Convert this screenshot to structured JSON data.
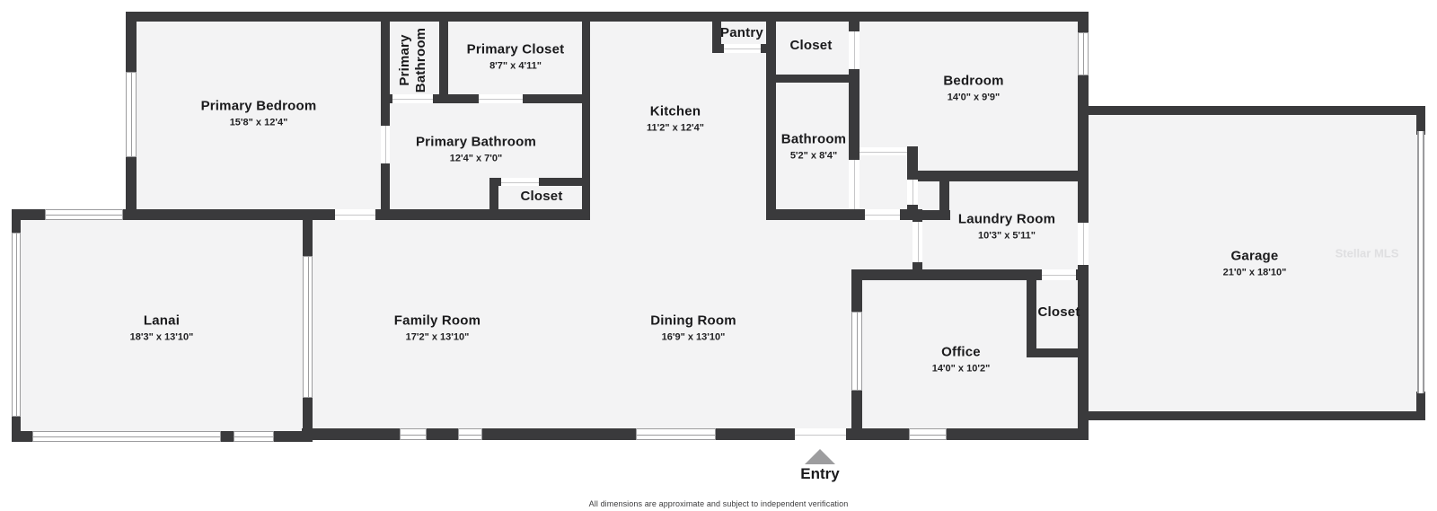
{
  "rooms": [
    {
      "id": "primary-bedroom",
      "name": "Primary Bedroom",
      "dims": "15'8\" x 12'4\""
    },
    {
      "id": "primary-bathroom-vestibule",
      "name": "Primary Bathroom",
      "dims": ""
    },
    {
      "id": "primary-closet",
      "name": "Primary Closet",
      "dims": "8'7\" x 4'11\""
    },
    {
      "id": "primary-bathroom",
      "name": "Primary Bathroom",
      "dims": "12'4\" x 7'0\""
    },
    {
      "id": "closet-primary-bathroom",
      "name": "Closet",
      "dims": ""
    },
    {
      "id": "kitchen",
      "name": "Kitchen",
      "dims": "11'2\" x 12'4\""
    },
    {
      "id": "pantry",
      "name": "Pantry",
      "dims": ""
    },
    {
      "id": "closet-hall",
      "name": "Closet",
      "dims": ""
    },
    {
      "id": "bathroom",
      "name": "Bathroom",
      "dims": "5'2\" x 8'4\""
    },
    {
      "id": "bedroom",
      "name": "Bedroom",
      "dims": "14'0\" x 9'9\""
    },
    {
      "id": "laundry-room",
      "name": "Laundry Room",
      "dims": "10'3\" x 5'11\""
    },
    {
      "id": "garage",
      "name": "Garage",
      "dims": "21'0\" x 18'10\""
    },
    {
      "id": "lanai",
      "name": "Lanai",
      "dims": "18'3\" x 13'10\""
    },
    {
      "id": "family-room",
      "name": "Family Room",
      "dims": "17'2\" x 13'10\""
    },
    {
      "id": "dining-room",
      "name": "Dining Room",
      "dims": "16'9\" x 13'10\""
    },
    {
      "id": "office",
      "name": "Office",
      "dims": "14'0\" x 10'2\""
    },
    {
      "id": "closet-office",
      "name": "Closet",
      "dims": ""
    }
  ],
  "entry": {
    "label": "Entry"
  },
  "footer": {
    "disclaimer": "All dimensions are approximate and subject to independent verification"
  },
  "watermark": {
    "text": "Stellar MLS"
  },
  "colors": {
    "wall": "#3a3a3c",
    "floor": "#f3f3f4",
    "entry_arrow": "#9d9d9f"
  }
}
